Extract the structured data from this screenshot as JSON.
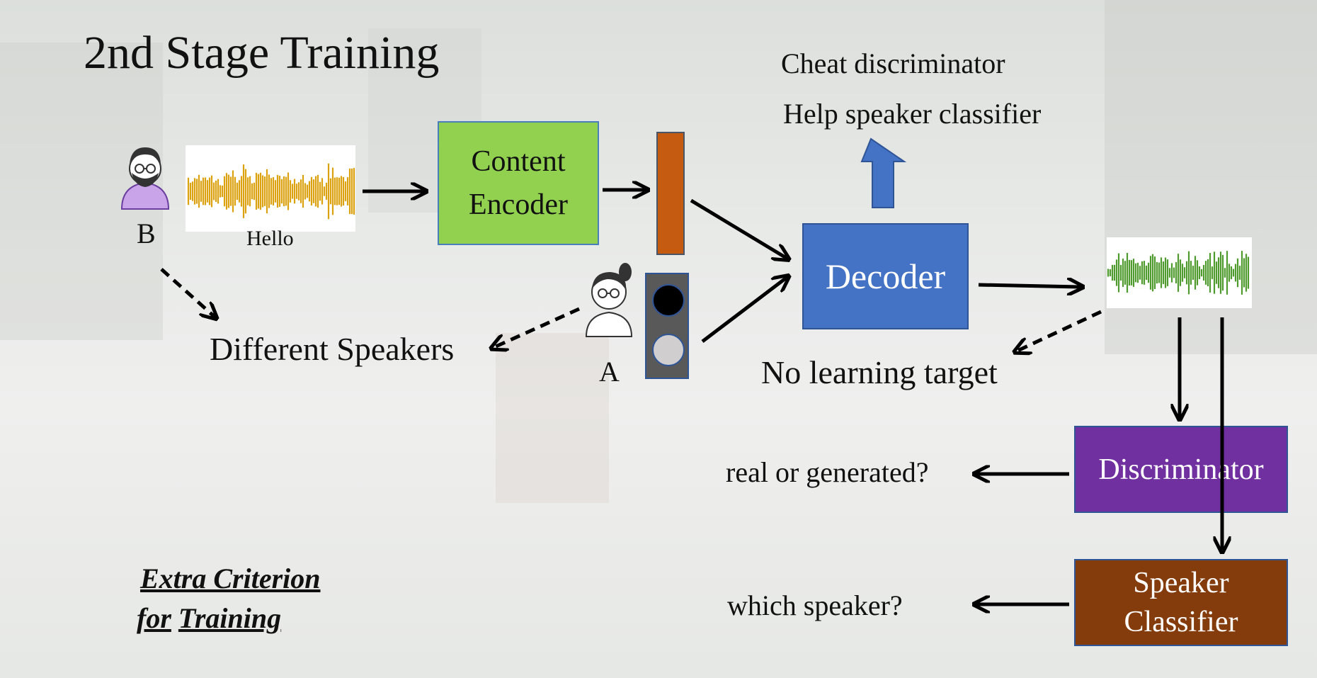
{
  "slide": {
    "title": "2nd Stage Training",
    "speaker_b_label": "B",
    "speaker_a_label": "A",
    "waveform_caption": "Hello",
    "content_encoder": {
      "line1": "Content",
      "line2": "Encoder"
    },
    "decoder": "Decoder",
    "cheat_text": "Cheat discriminator",
    "help_text": "Help speaker classifier",
    "different_speakers": "Different Speakers",
    "no_learning_target": "No learning target",
    "discriminator": "Discriminator",
    "speaker_classifier": {
      "line1": "Speaker",
      "line2": "Classifier"
    },
    "real_or_generated": "real or generated?",
    "which_speaker": "which speaker?",
    "extra_criterion": {
      "line1": "Extra Criterion",
      "line2_a": "for",
      "line2_b": "Training"
    }
  },
  "colors": {
    "content_encoder": "#92d050",
    "decoder": "#4472c4",
    "discriminator": "#7030a0",
    "speaker_classifier": "#843c0c",
    "content_vector": "#c55a11",
    "speaker_vector": "#595959",
    "waveform_input": "#dba10f",
    "waveform_output": "#4f9a2c",
    "up_arrow": "#4472c4",
    "avatar_b": "#c9a4e8"
  }
}
